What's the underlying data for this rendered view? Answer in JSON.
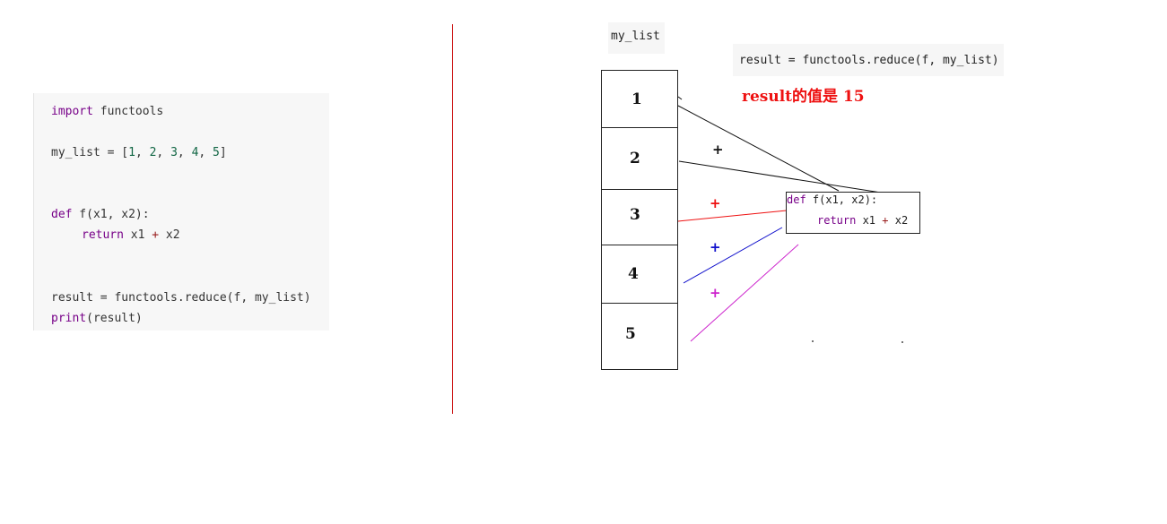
{
  "code": {
    "line1": {
      "kw": "import",
      "rest": " functools"
    },
    "line2": {
      "name": "my_list",
      "eq": " = [",
      "n1": "1",
      "n2": "2",
      "n3": "3",
      "n4": "4",
      "n5": "5",
      "sep": ", ",
      "close": "]"
    },
    "line3": {
      "kw": "def",
      "rest": " f(x1, x2):"
    },
    "line4": {
      "kw": "return",
      "a": " x1 ",
      "op": "+",
      "b": " x2"
    },
    "line5": {
      "text": "result = functools.reduce(f, my_list)"
    },
    "line6": {
      "kw": "print",
      "rest": "(result)"
    }
  },
  "diagram": {
    "list_label": "my_list",
    "reduce_label": "result = functools.reduce(f, my_list)",
    "result_text": "result的值是 15",
    "cells": [
      "1",
      "2",
      "3",
      "4",
      "5"
    ],
    "plus_signs": [
      {
        "symbol": "+",
        "color": "#111111"
      },
      {
        "symbol": "+",
        "color": "#ee1111"
      },
      {
        "symbol": "+",
        "color": "#1111cc"
      },
      {
        "symbol": "+",
        "color": "#cc22cc"
      }
    ],
    "func": {
      "def_kw": "def",
      "def_rest": " f(x1, x2):",
      "return_kw": "return",
      "return_a": " x1 ",
      "return_op": "+",
      "return_b": " x2"
    }
  },
  "colors": {
    "divider": "#cc1111",
    "black_line": "#111111",
    "red_line": "#ee1111",
    "blue_line": "#1111cc",
    "magenta_line": "#cc22cc"
  }
}
